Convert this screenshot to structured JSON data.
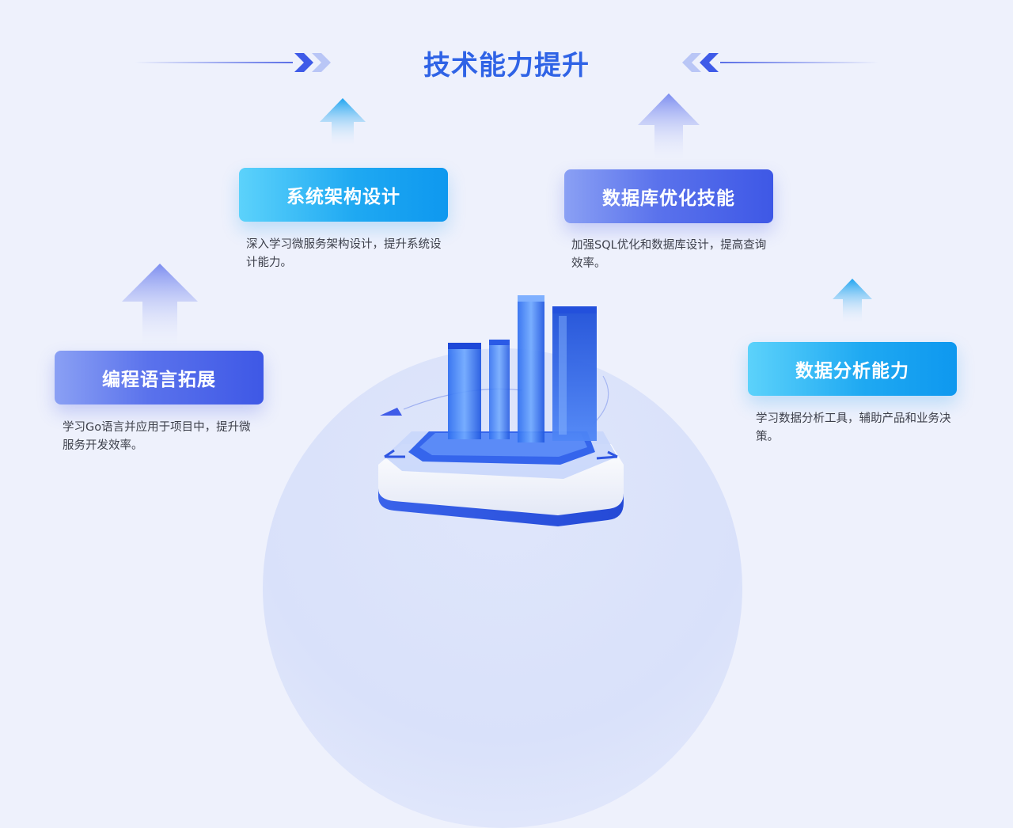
{
  "title": "技术能力提升",
  "cards": [
    {
      "label": "编程语言拓展",
      "desc": "学习Go语言并应用于项目中，提升微服务开发效率。"
    },
    {
      "label": "系统架构设计",
      "desc": "深入学习微服务架构设计，提升系统设计能力。"
    },
    {
      "label": "数据库优化技能",
      "desc": "加强SQL优化和数据库设计，提高查询效率。"
    },
    {
      "label": "数据分析能力",
      "desc": "学习数据分析工具，辅助产品和业务决策。"
    }
  ],
  "colors": {
    "accent": "#2f63e6",
    "cyan": "#1fa9f2",
    "indigo": "#4a63e8",
    "background": "#eef1fc"
  }
}
